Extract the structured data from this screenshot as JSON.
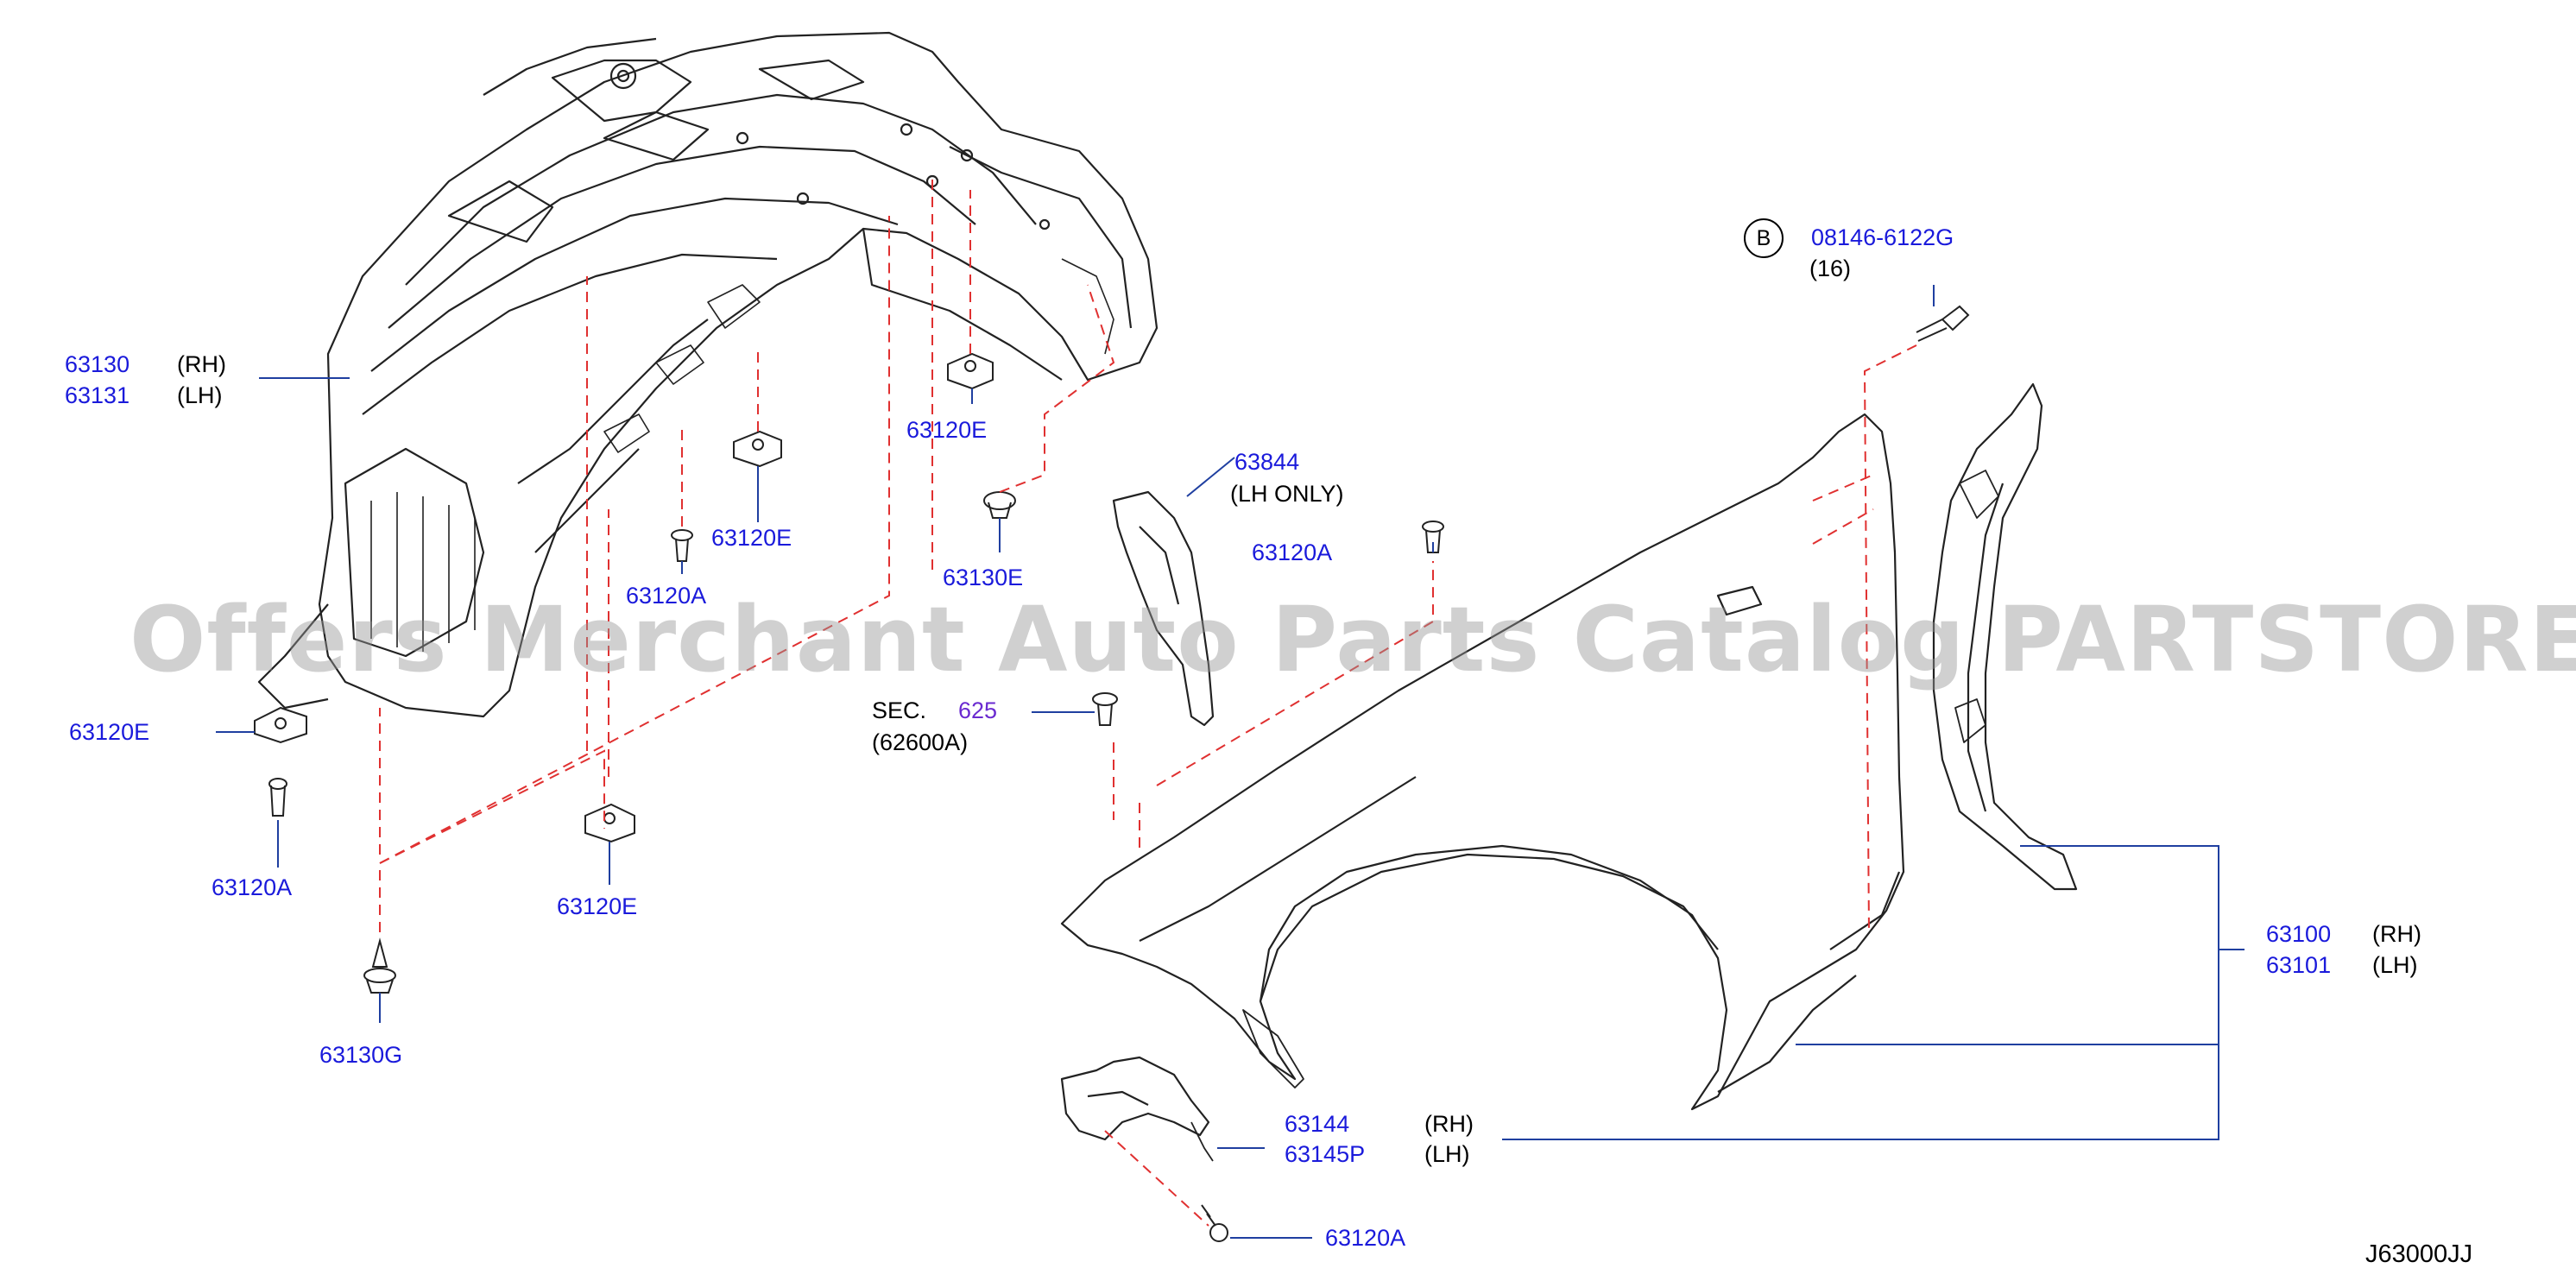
{
  "watermark": "Offers Merchant Auto Parts Catalog PARTSTORE.SA",
  "diagram_code": "J63000JJ",
  "bolt_marker": "B",
  "labels": {
    "p63130": "63130",
    "p63130_side": "(RH)",
    "p63131": "63131",
    "p63131_side": "(LH)",
    "p63120E_1": "63120E",
    "p63120E_2": "63120E",
    "p63120E_3": "63120E",
    "p63120E_4": "63120E",
    "p63120A_1": "63120A",
    "p63120A_2": "63120A",
    "p63120A_3": "63120A",
    "p63120A_4": "63120A",
    "p63130E": "63130E",
    "p63130G": "63130G",
    "p63844": "63844",
    "p63844_note": "(LH   ONLY)",
    "bolt_part": "08146-6122G",
    "bolt_qty": "(16)",
    "sec_prefix": "SEC.",
    "sec_number": "625",
    "sec_ref": "(62600A)",
    "p63100": "63100",
    "p63100_side": "(RH)",
    "p63101": "63101",
    "p63101_side": "(LH)",
    "p63144": "63144",
    "p63144_side": "(RH)",
    "p63145P": "63145P",
    "p63145P_side": "(LH)"
  },
  "colors": {
    "part_number": "#1a1adb",
    "section_ref": "#6a2ad0",
    "dashed_leader": "#e03030",
    "leader": "#1f3fa0",
    "outline": "#222222"
  }
}
